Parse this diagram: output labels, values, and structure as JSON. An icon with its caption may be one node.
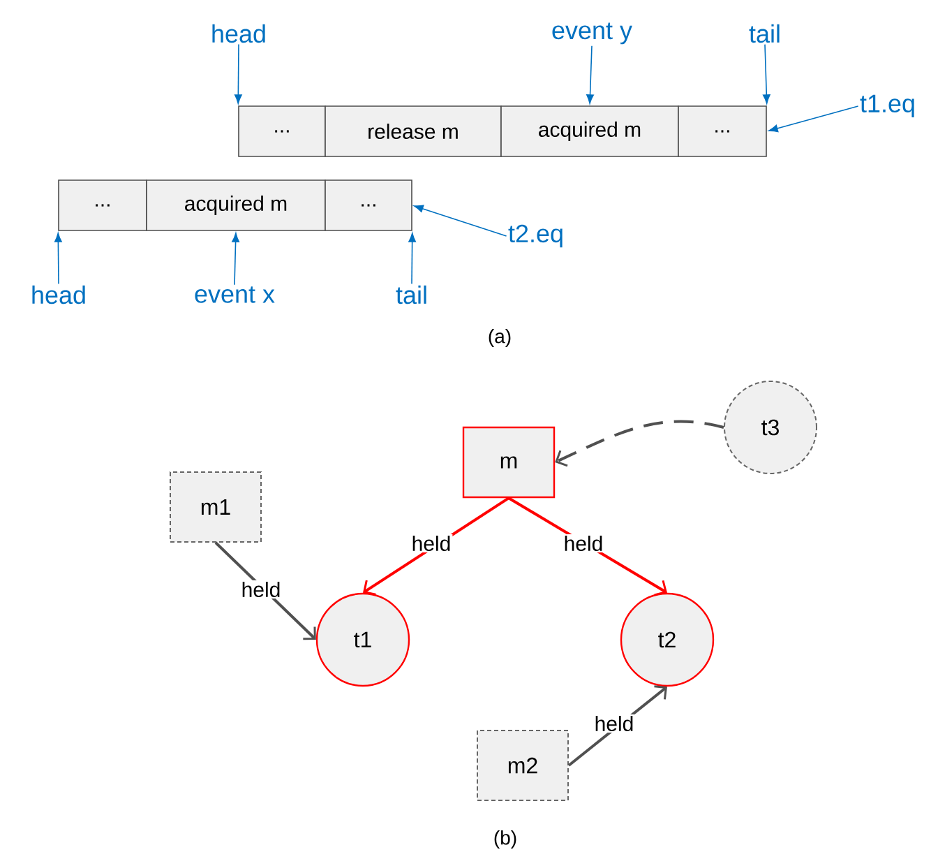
{
  "diagram": {
    "nodes": [
      {
        "text": [
          "head"
        ]
      },
      {
        "text": [
          "event y"
        ]
      },
      {
        "text": [
          "tail"
        ]
      },
      {
        "text": [
          "..."
        ]
      },
      {
        "text": [
          "release m"
        ]
      },
      {
        "text": [
          "acquired m"
        ]
      },
      {
        "text": [
          "..."
        ]
      },
      {
        "text": [
          "t1.eq"
        ]
      },
      {
        "text": [
          "..."
        ]
      },
      {
        "text": [
          "acquired m"
        ]
      },
      {
        "text": [
          "..."
        ]
      },
      {
        "text": [
          "t2.eq"
        ]
      },
      {
        "text": [
          "head"
        ]
      },
      {
        "text": [
          "event x"
        ]
      },
      {
        "text": [
          "tail"
        ]
      },
      {
        "text": [
          "t3"
        ]
      },
      {
        "text": [
          "m"
        ]
      },
      {
        "text": [
          "m1"
        ]
      },
      {
        "text": [
          "t1"
        ]
      },
      {
        "text": [
          "t2"
        ]
      },
      {
        "text": [
          "m2"
        ]
      }
    ],
    "edges": [
      {
        "from": 0,
        "to": 3,
        "arrow": "to"
      },
      {
        "from": 1,
        "to": 5,
        "arrow": "to"
      },
      {
        "from": 2,
        "to": 6,
        "arrow": "to"
      },
      {
        "from": 7,
        "to": 6,
        "arrow": "to"
      },
      {
        "from": 11,
        "to": 10,
        "arrow": "to"
      },
      {
        "from": 12,
        "to": 8,
        "arrow": "to"
      },
      {
        "from": 13,
        "to": 9,
        "arrow": "to"
      },
      {
        "from": 14,
        "to": 10,
        "arrow": "to"
      },
      {
        "from": 15,
        "to": 16,
        "arrow": "to",
        "style": "dashed",
        "color": "#505050"
      },
      {
        "from": 16,
        "to": 18,
        "arrow": "to",
        "label": "held",
        "color": "#ff0000"
      },
      {
        "from": 16,
        "to": 19,
        "arrow": "to",
        "label": "held",
        "color": "#ff0000"
      },
      {
        "from": 17,
        "to": 18,
        "arrow": "to",
        "label": "held",
        "color": "#505050"
      },
      {
        "from": 20,
        "to": 19,
        "arrow": "to",
        "label": "held",
        "color": "#505050"
      }
    ],
    "labels": [
      "(a)",
      "(b)"
    ]
  }
}
